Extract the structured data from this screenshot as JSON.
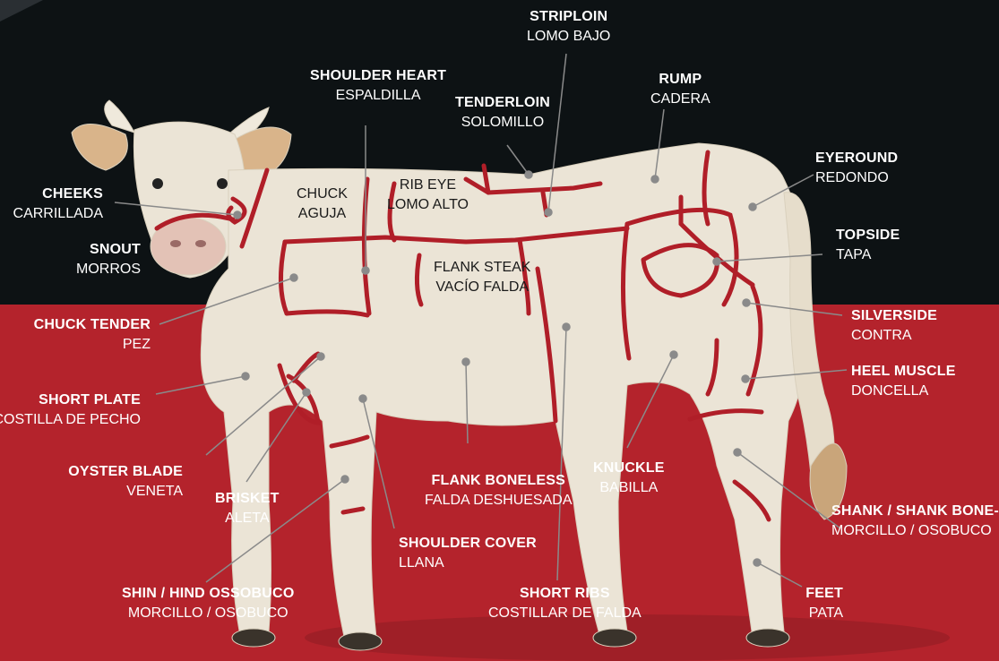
{
  "colors": {
    "top_bg": "#0d1214",
    "bottom_bg": "#b4232c",
    "cut_line": "#b01e28",
    "leader_line": "#8a8a8a",
    "label_text": "#ffffff",
    "body_label_text": "#1a1a1a",
    "animal_body": "#e9e2d3"
  },
  "labels": {
    "striploin": {
      "en": "STRIPLOIN",
      "es": "LOMO BAJO"
    },
    "shoulder_heart": {
      "en": "SHOULDER HEART",
      "es": "ESPALDILLA"
    },
    "tenderloin": {
      "en": "TENDERLOIN",
      "es": "SOLOMILLO"
    },
    "rump": {
      "en": "RUMP",
      "es": "CADERA"
    },
    "eyeround": {
      "en": "EYEROUND",
      "es": "REDONDO"
    },
    "cheeks": {
      "en": "CHEEKS",
      "es": "CARRILLADA"
    },
    "snout": {
      "en": "SNOUT",
      "es": "MORROS"
    },
    "topside": {
      "en": "TOPSIDE",
      "es": "TAPA"
    },
    "chuck_tender": {
      "en": "CHUCK TENDER",
      "es": "PEZ"
    },
    "silverside": {
      "en": "SILVERSIDE",
      "es": "CONTRA"
    },
    "heel_muscle": {
      "en": "HEEL MUSCLE",
      "es": "DONCELLA"
    },
    "short_plate": {
      "en": "SHORT PLATE",
      "es": "COSTILLA DE PECHO"
    },
    "oyster_blade": {
      "en": "OYSTER BLADE",
      "es": "VENETA"
    },
    "brisket": {
      "en": "BRISKET",
      "es": "ALETA"
    },
    "knuckle": {
      "en": "KNUCKLE",
      "es": "BABILLA"
    },
    "flank_boneless": {
      "en": "FLANK BONELESS",
      "es": "FALDA DESHUESADA"
    },
    "shank": {
      "en": "SHANK / SHANK BONE-IN",
      "es": "MORCILLO / OSOBUCO"
    },
    "shoulder_cover": {
      "en": "SHOULDER COVER",
      "es": "LLANA"
    },
    "shin": {
      "en": "SHIN / HIND OSSOBUCO",
      "es": "MORCILLO / OSOBUCO"
    },
    "short_ribs": {
      "en": "SHORT RIBS",
      "es": "COSTILLAR DE FALDA"
    },
    "feet": {
      "en": "FEET",
      "es": "PATA"
    }
  },
  "body_labels": {
    "chuck": {
      "en": "CHUCK",
      "es": "AGUJA"
    },
    "rib_eye": {
      "en": "RIB EYE",
      "es": "LOMO ALTO"
    },
    "flank_steak": {
      "en": "FLANK STEAK",
      "es": "VACÍO FALDA"
    }
  }
}
